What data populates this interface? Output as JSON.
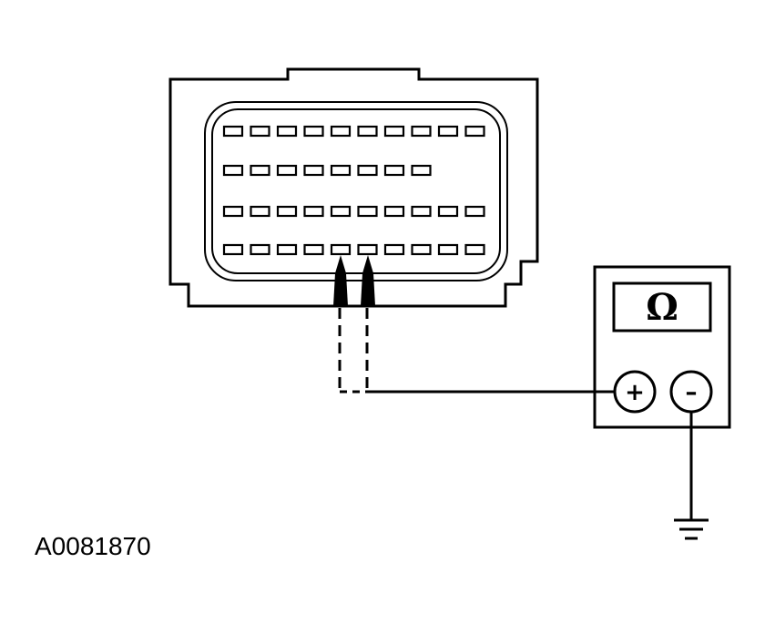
{
  "figure_id": "A0081870",
  "meter": {
    "display_symbol": "Ω",
    "positive_symbol": "+",
    "negative_symbol": "–",
    "function": "resistance"
  },
  "connector": {
    "rows": [
      10,
      8,
      10,
      10
    ],
    "probed_row": 4,
    "probed_pins": [
      5,
      6
    ]
  }
}
